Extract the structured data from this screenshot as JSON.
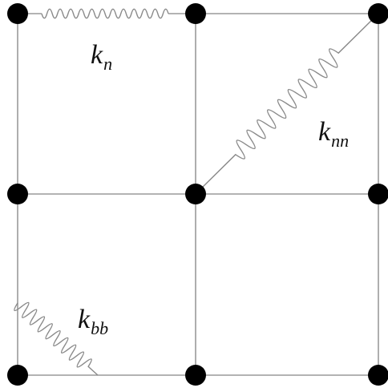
{
  "colors": {
    "background": "#ffffff",
    "grid_line": "#9a9a9a",
    "spring": "#8a8a8a",
    "node": "#000000",
    "text": "#111111"
  },
  "labels": {
    "k_n": {
      "base": "k",
      "sub": "n"
    },
    "k_nn": {
      "base": "k",
      "sub": "nn"
    },
    "k_bb": {
      "base": "k",
      "sub": "bb"
    }
  }
}
